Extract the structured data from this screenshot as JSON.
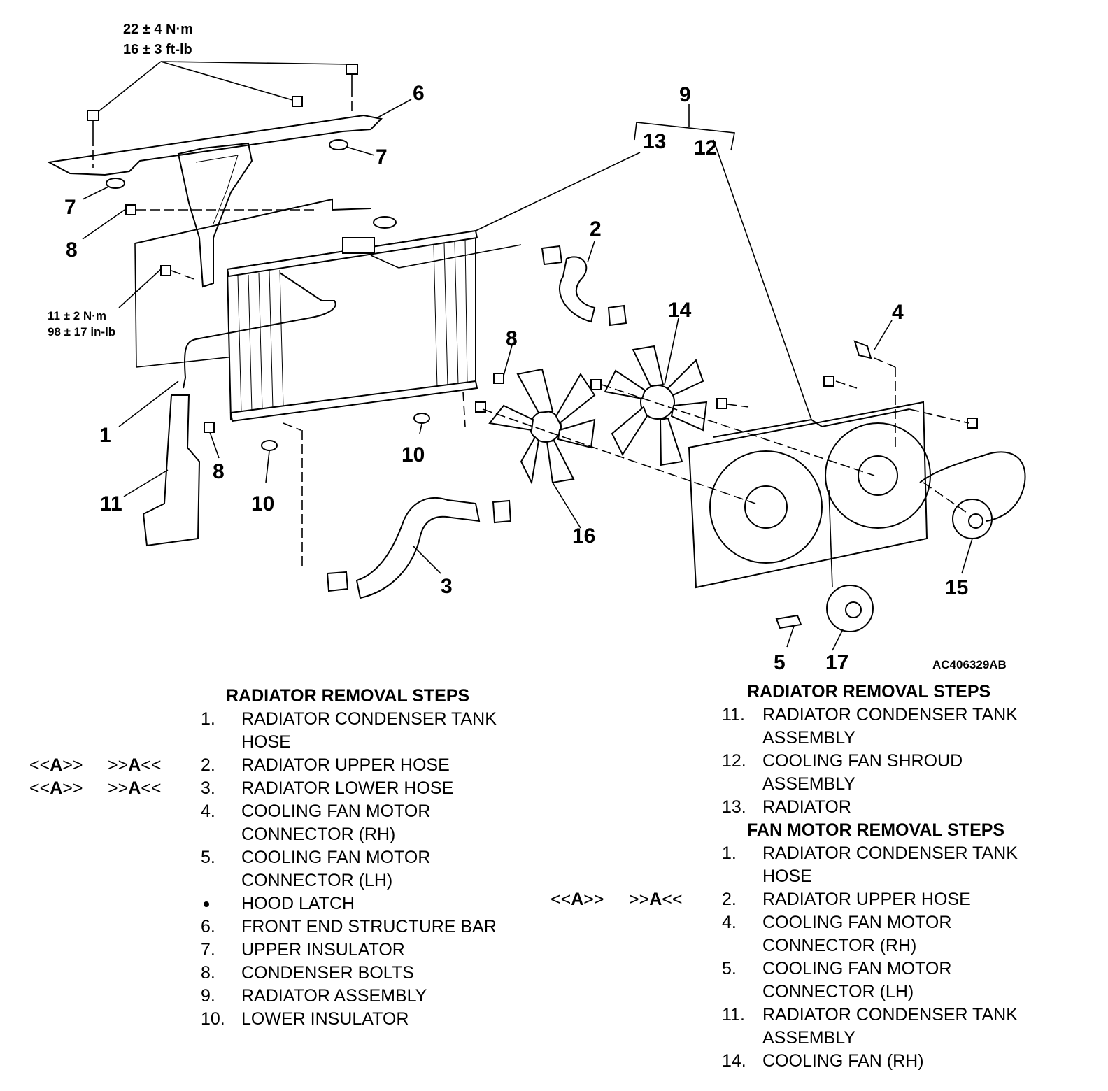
{
  "diagram": {
    "torque_top": [
      "22 ± 4 N·m",
      "16 ± 3 ft-lb"
    ],
    "torque_mid": [
      "11 ± 2 N·m",
      "98 ± 17 in-lb"
    ],
    "figure_id": "AC406329AB",
    "callouts": {
      "c6": "6",
      "c7a": "7",
      "c7b": "7",
      "c8a": "8",
      "c8b": "8",
      "c8c": "8",
      "c9": "9",
      "c13": "13",
      "c12": "12",
      "c2": "2",
      "c14": "14",
      "c4": "4",
      "c1": "1",
      "c10a": "10",
      "c10b": "10",
      "c11": "11",
      "c16": "16",
      "c3": "3",
      "c15": "15",
      "c5": "5",
      "c17": "17"
    }
  },
  "list_left": {
    "heading": "RADIATOR REMOVAL STEPS",
    "items": [
      {
        "ref_a": "",
        "ref_b": "",
        "num": "1.",
        "label": "RADIATOR CONDENSER TANK HOSE"
      },
      {
        "ref_a": "<<A>>",
        "ref_b": ">>A<<",
        "num": "2.",
        "label": "RADIATOR UPPER HOSE"
      },
      {
        "ref_a": "<<A>>",
        "ref_b": ">>A<<",
        "num": "3.",
        "label": "RADIATOR LOWER HOSE"
      },
      {
        "ref_a": "",
        "ref_b": "",
        "num": "4.",
        "label": "COOLING FAN MOTOR CONNECTOR (RH)"
      },
      {
        "ref_a": "",
        "ref_b": "",
        "num": "5.",
        "label": "COOLING FAN MOTOR CONNECTOR (LH)"
      },
      {
        "ref_a": "",
        "ref_b": "",
        "num": "•",
        "label": "HOOD LATCH"
      },
      {
        "ref_a": "",
        "ref_b": "",
        "num": "6.",
        "label": "FRONT END STRUCTURE BAR"
      },
      {
        "ref_a": "",
        "ref_b": "",
        "num": "7.",
        "label": "UPPER INSULATOR"
      },
      {
        "ref_a": "",
        "ref_b": "",
        "num": "8.",
        "label": "CONDENSER BOLTS"
      },
      {
        "ref_a": "",
        "ref_b": "",
        "num": "9.",
        "label": "RADIATOR ASSEMBLY"
      },
      {
        "ref_a": "",
        "ref_b": "",
        "num": "10.",
        "label": "LOWER INSULATOR"
      }
    ]
  },
  "list_right": {
    "heading": "RADIATOR REMOVAL STEPS",
    "items": [
      {
        "ref_a": "",
        "ref_b": "",
        "num": "11.",
        "label": "RADIATOR CONDENSER TANK ASSEMBLY"
      },
      {
        "ref_a": "",
        "ref_b": "",
        "num": "12.",
        "label": "COOLING FAN SHROUD ASSEMBLY"
      },
      {
        "ref_a": "",
        "ref_b": "",
        "num": "13.",
        "label": "RADIATOR"
      }
    ],
    "heading2": "FAN MOTOR REMOVAL STEPS",
    "items2": [
      {
        "ref_a": "",
        "ref_b": "",
        "num": "1.",
        "label": "RADIATOR CONDENSER TANK HOSE"
      },
      {
        "ref_a": "<<A>>",
        "ref_b": ">>A<<",
        "num": "2.",
        "label": "RADIATOR UPPER HOSE"
      },
      {
        "ref_a": "",
        "ref_b": "",
        "num": "4.",
        "label": "COOLING FAN MOTOR CONNECTOR (RH)"
      },
      {
        "ref_a": "",
        "ref_b": "",
        "num": "5.",
        "label": "COOLING FAN MOTOR CONNECTOR (LH)"
      },
      {
        "ref_a": "",
        "ref_b": "",
        "num": "11.",
        "label": "RADIATOR CONDENSER TANK ASSEMBLY"
      },
      {
        "ref_a": "",
        "ref_b": "",
        "num": "14.",
        "label": "COOLING FAN (RH)"
      }
    ]
  }
}
